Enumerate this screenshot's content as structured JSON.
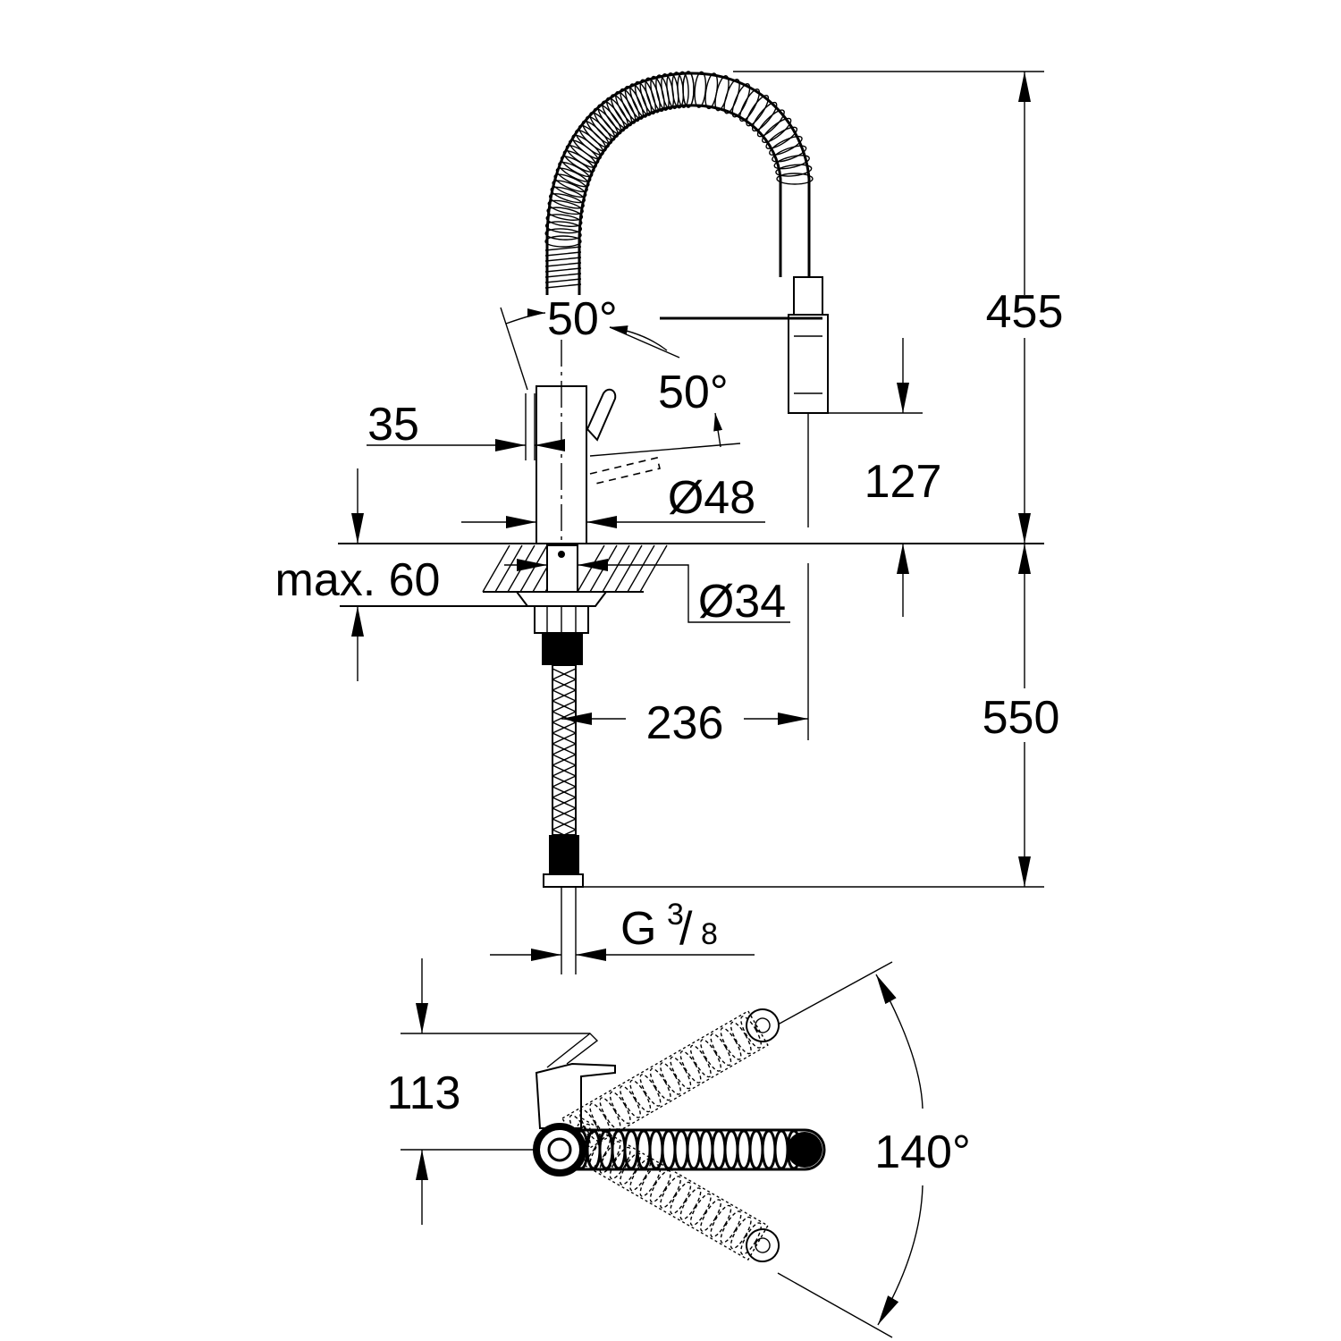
{
  "dimensions": {
    "total_height": "455",
    "spout_drop": "127",
    "lever_angle": "50°",
    "lever_angle_tilt": "50°",
    "lever_offset": "35",
    "body_diameter": "Ø48",
    "deck_thickness": "max. 60",
    "hole_diameter": "Ø34",
    "hose_length": "550",
    "spout_reach": "236",
    "thread_prefix": "G",
    "thread_num": "3",
    "thread_den": "8",
    "plan_depth": "113",
    "swivel_angle": "140°"
  },
  "colors": {
    "line": "#000000",
    "background": "#ffffff"
  }
}
